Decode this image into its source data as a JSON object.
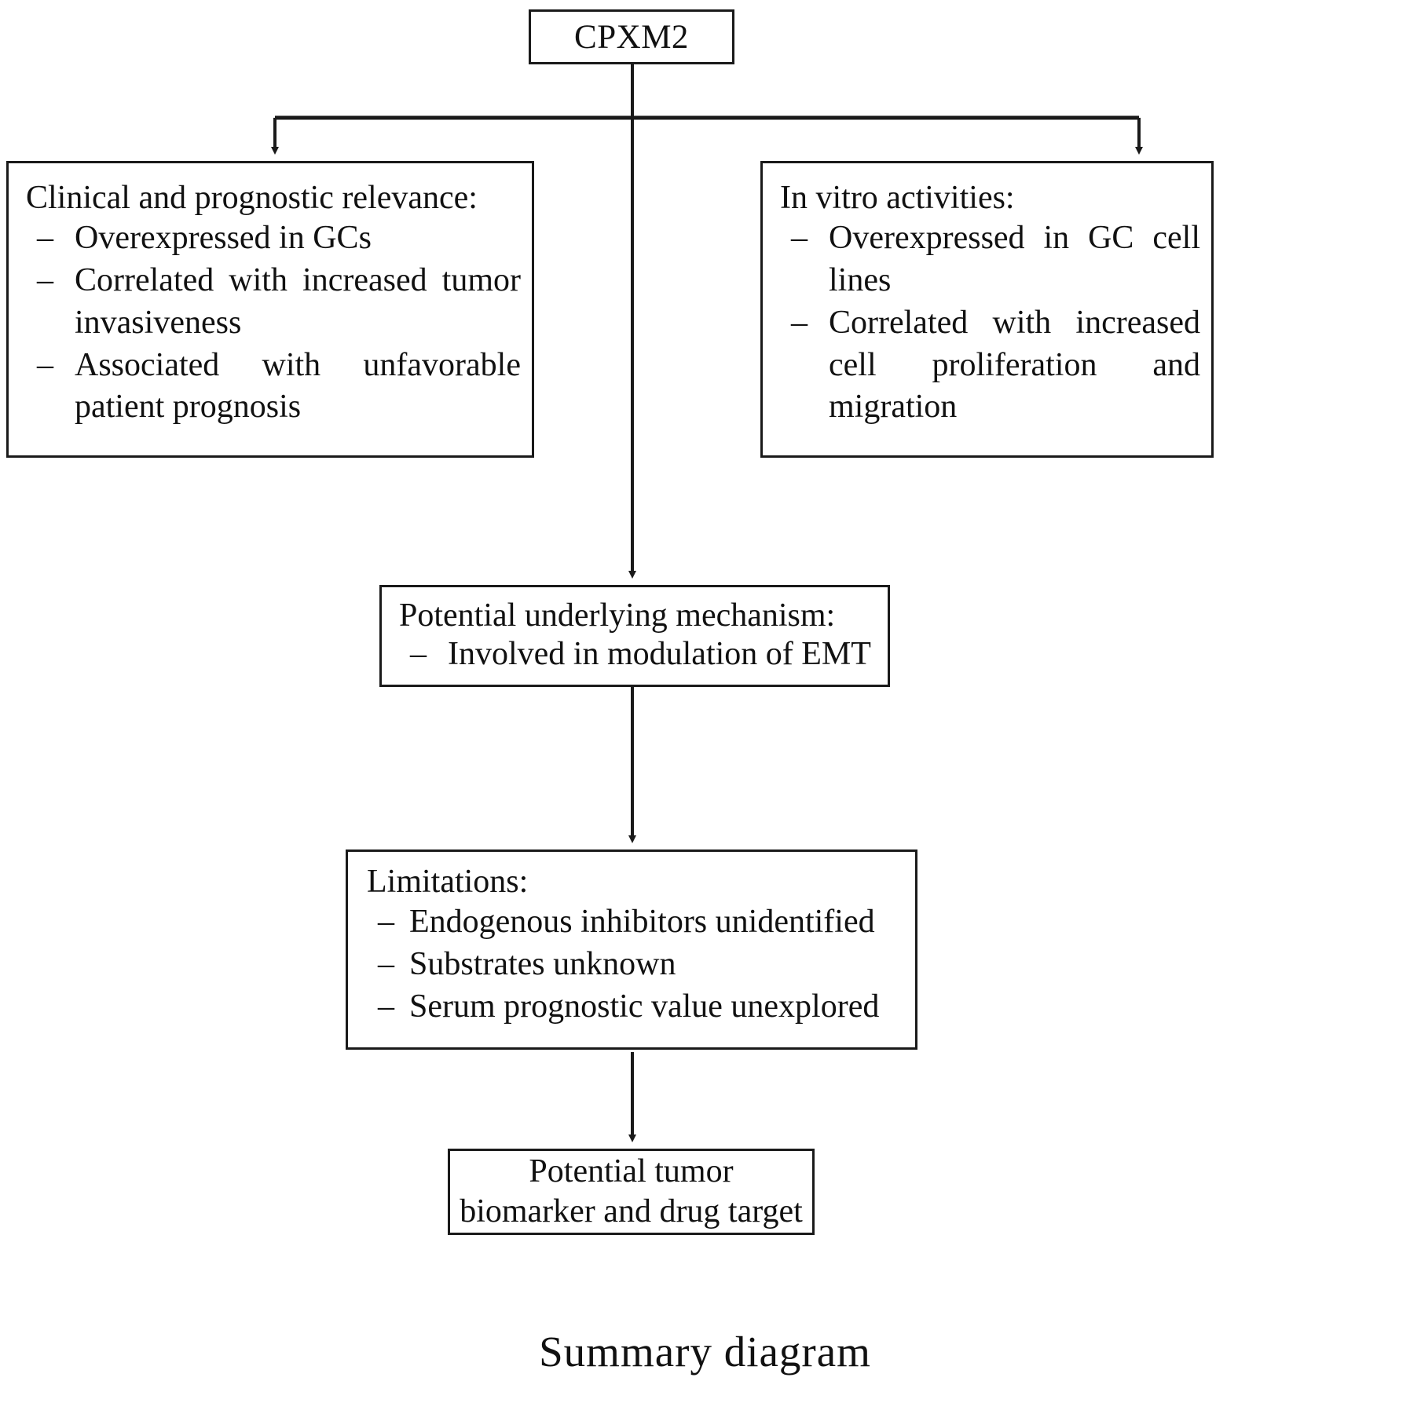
{
  "diagram": {
    "caption": "Summary diagram",
    "root": {
      "label": "CPXM2"
    },
    "nodes": {
      "clinical": {
        "heading": "Clinical and prognostic relevance:",
        "bullet_marker": "–",
        "items": [
          "Overexpressed in GCs",
          "Correlated with increased tumor invasiveness",
          "Associated with unfavorable patient prognosis"
        ]
      },
      "invitro": {
        "heading": "In vitro activities:",
        "bullet_marker": "–",
        "items": [
          "Overexpressed in GC cell lines",
          "Correlated with increased cell proliferation and migration"
        ]
      },
      "mechanism": {
        "heading": "Potential underlying mechanism:",
        "bullet_marker": "–",
        "items": [
          "Involved in modulation of EMT"
        ]
      },
      "limitations": {
        "heading": "Limitations:",
        "bullet_marker": "–",
        "items": [
          "Endogenous inhibitors unidentified",
          "Substrates unknown",
          "Serum prognostic value unexplored"
        ]
      },
      "outcome": {
        "line1": "Potential tumor",
        "line2": "biomarker and drug target"
      }
    },
    "colors": {
      "stroke": "#1a1a1a",
      "background": "#ffffff",
      "text": "#111111"
    }
  }
}
